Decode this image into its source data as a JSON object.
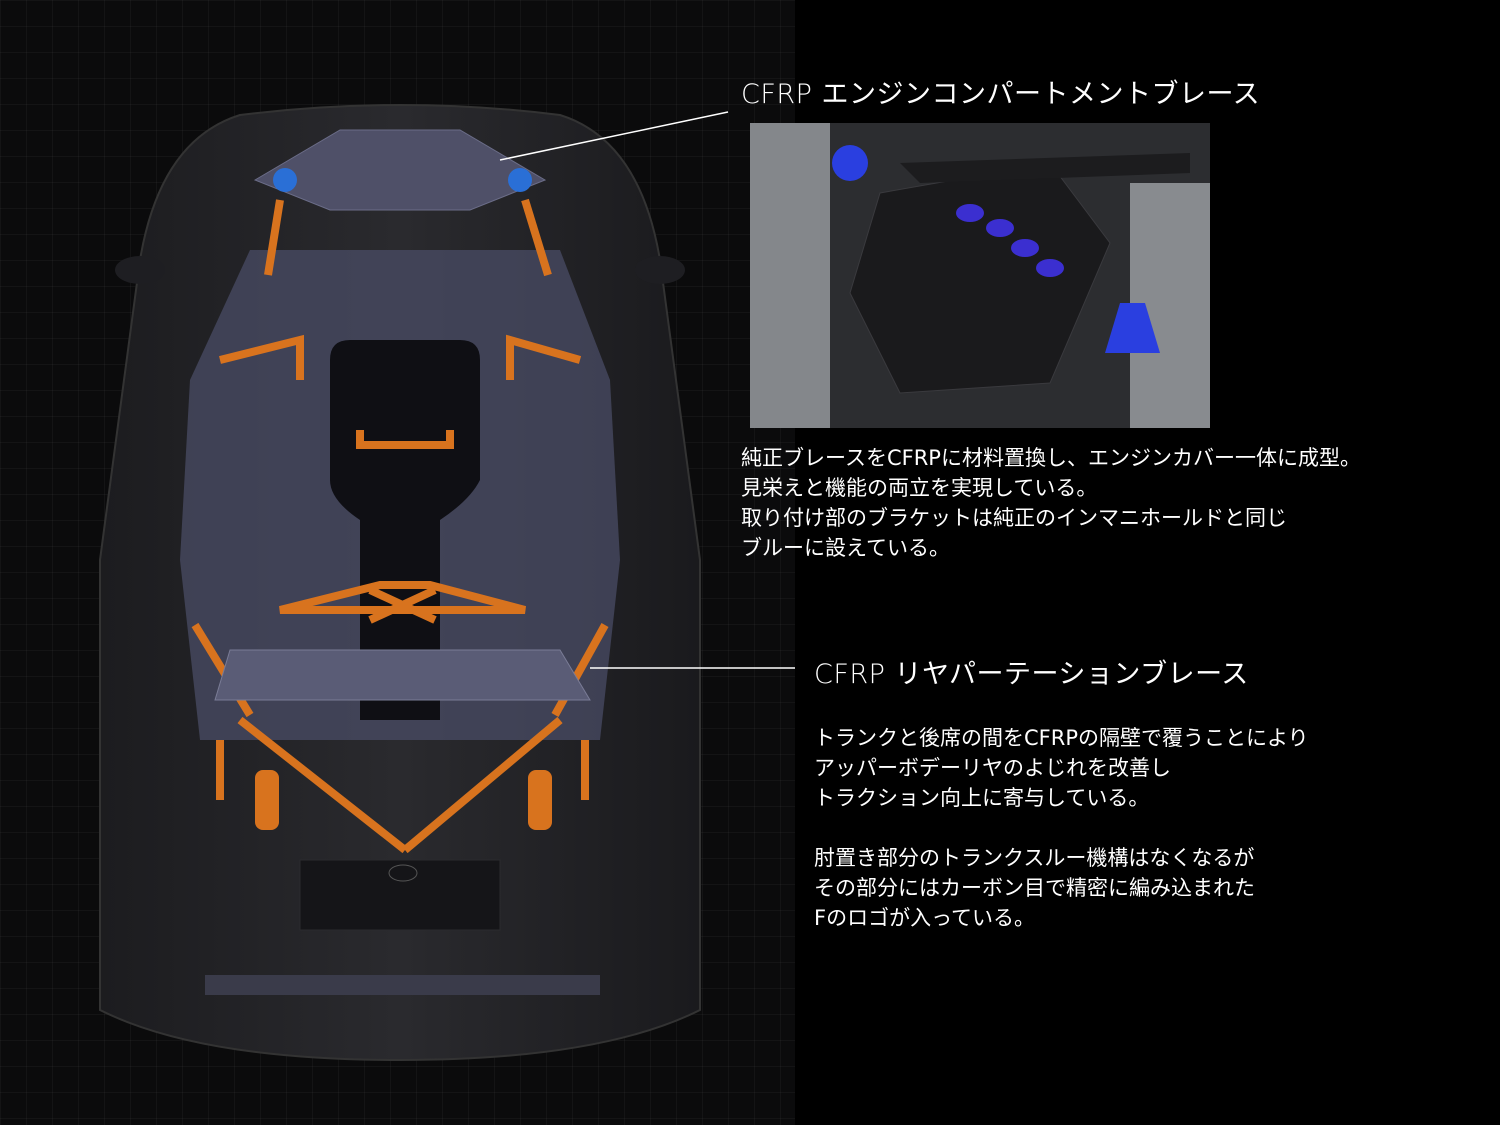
{
  "callouts": [
    {
      "title": "CFRP エンジンコンパートメントブレース",
      "lines": [
        "純正ブレースをCFRPに材料置換し、エンジンカバー一体に成型。",
        "見栄えと機能の両立を実現している。",
        "取り付け部のブラケットは純正のインマニホールドと同じ",
        "ブルーに設えている。"
      ]
    },
    {
      "title": "CFRP リヤパーテーションブレース",
      "lines": [
        "トランクと後席の間をCFRPの隔壁で覆うことにより",
        "アッパーボデーリヤのよじれを改善し",
        "トラクション向上に寄与している。",
        "",
        "肘置き部分のトランクスルー機構はなくなるが",
        "その部分にはカーボン目で精密に編み込まれた",
        "Fのロゴが入っている。"
      ]
    }
  ],
  "colors": {
    "brace": "#d8731e",
    "floor": "#4a4c66",
    "bracket_blue": "#2a6fd6",
    "background": "#000000"
  }
}
